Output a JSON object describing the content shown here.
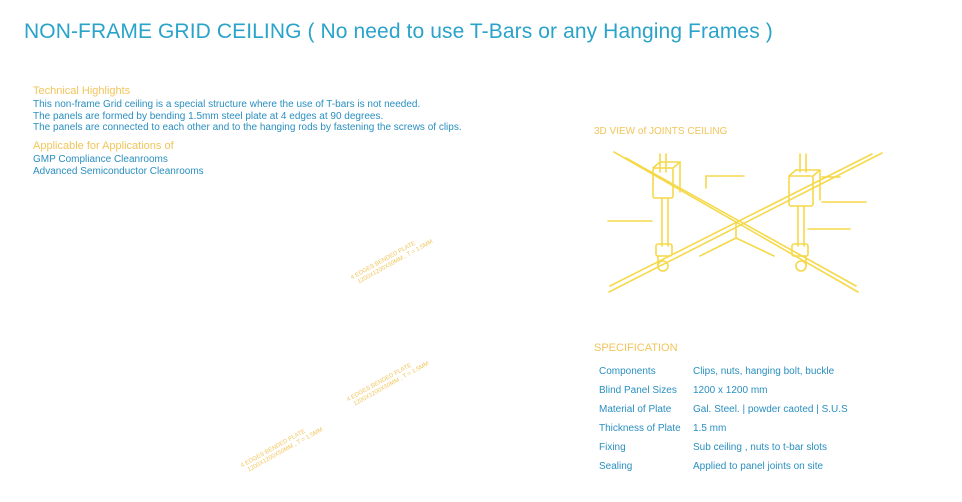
{
  "title": "NON-FRAME GRID CEILING ( No need to use T-Bars or any Hanging Frames )",
  "technical": {
    "heading": "Technical Highlights",
    "lines": [
      "This non-frame Grid ceiling is a special structure where  the use of T-bars is not needed.",
      "The panels are formed by bending 1.5mm steel plate at 4 edges at 90 degrees.",
      "The panels are connected to each other and to the hanging rods by fastening the screws of clips."
    ]
  },
  "applicable": {
    "heading": "Applicable for Applications of",
    "items": [
      "GMP Compliance Cleanrooms",
      "Advanced Semiconductor Cleanrooms"
    ]
  },
  "view3d_label": "3D VIEW of JOINTS CEILING",
  "plate_labels": [
    {
      "line1": "4 EDGES BENDED PLATE",
      "line2": "1200X1200X50MM , T = 1.5MM"
    },
    {
      "line1": "4 EDGES BENDED PLATE",
      "line2": "1200X1200X50MM , T = 1.5MM"
    },
    {
      "line1": "4 EDGES BENDED PLATE",
      "line2": "1200X1200X50MM , T = 1.5MM"
    }
  ],
  "specification": {
    "heading": "SPECIFICATION",
    "rows": [
      {
        "key": "Components",
        "value": "Clips, nuts, hanging bolt, buckle"
      },
      {
        "key": "Blind Panel Sizes",
        "value": "1200 x 1200 mm"
      },
      {
        "key": "Material of Plate",
        "value": "Gal. Steel. | powder caoted | S.U.S"
      },
      {
        "key": "Thickness of Plate",
        "value": "1.5 mm"
      },
      {
        "key": "Fixing",
        "value": "Sub ceiling , nuts to t-bar slots"
      },
      {
        "key": "Sealing",
        "value": "Applied to panel joints on site"
      }
    ]
  },
  "colors": {
    "title": "#29a3c9",
    "accent": "#f1c55a",
    "text": "#2a8fc0",
    "line": "#f5d94a"
  }
}
